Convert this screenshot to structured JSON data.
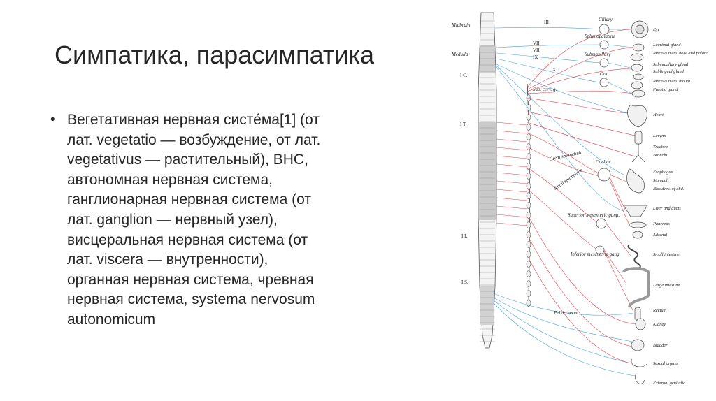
{
  "slide": {
    "title": "Симпатика, парасимпатика",
    "bullet_lines": [
      "Вегетативная нервная систе́ма[1] (от",
      "лат. vegetatio — возбуждение, от лат.",
      "vegetativus — растительный), ВНС,",
      "автономная нервная система,",
      "ганглионарная нервная система (от",
      "лат. ganglion — нервный узел),",
      "висцеральная нервная система (от",
      "лат. viscera — внутренности),",
      "органная нервная система, чревная",
      "нервная система, systema nervosum",
      "autonomicum"
    ]
  },
  "diagram": {
    "colors": {
      "sympathetic": "#e0434f",
      "parasympathetic": "#4aa5d8",
      "cord": "#9c9c9c",
      "ink": "#333333"
    },
    "cord_labels": [
      "Midbrain",
      "Medulla",
      "I C.",
      "I T.",
      "I L.",
      "I S."
    ],
    "cranial_nerves": [
      "III",
      "VII",
      "VII",
      "IX",
      "X"
    ],
    "ganglia": [
      "Ciliary",
      "Sphenopalatine",
      "Submaxillary",
      "Otic",
      "Sup. cerv. g.",
      "Coeliac",
      "Superior mesenteric gang.",
      "Inferior mesenteric gang."
    ],
    "nerves": [
      "Great splanchnic",
      "Small splanchnic",
      "Pelvic nerve"
    ],
    "organs": [
      "Eye",
      "Lacrimal gland",
      "Mucous mem. nose and palate",
      "Submaxillary gland",
      "Sublingual gland",
      "Mucous mem. mouth",
      "Parotid gland",
      "Heart",
      "Larynx",
      "Trachea",
      "Bronchi",
      "Esophagus",
      "Stomach",
      "Bloodves. of abd.",
      "Liver and ducts",
      "Pancreas",
      "Adrenal",
      "Small intestine",
      "Large intestine",
      "Rectum",
      "Kidney",
      "Bladder",
      "Sexual organs",
      "External genitalia"
    ]
  }
}
